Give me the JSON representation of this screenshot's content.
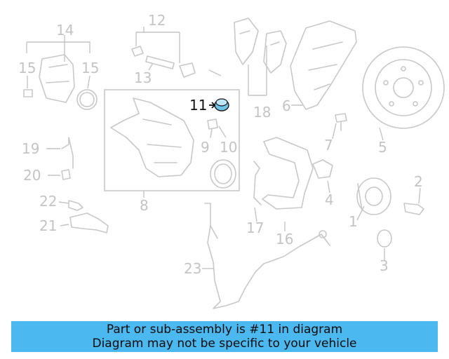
{
  "diagram": {
    "callouts": [
      "1",
      "2",
      "3",
      "4",
      "5",
      "6",
      "7",
      "8",
      "9",
      "10",
      "11",
      "12",
      "13",
      "14",
      "15",
      "15",
      "16",
      "17",
      "18",
      "19",
      "20",
      "21",
      "22",
      "23"
    ],
    "highlighted_callout": "11",
    "highlight_color": "#6fc3e6"
  },
  "banner": {
    "line1": "Part or sub-assembly is #11 in diagram",
    "line2": "Diagram may not be specific to your vehicle",
    "background": "#4cb8f0"
  }
}
